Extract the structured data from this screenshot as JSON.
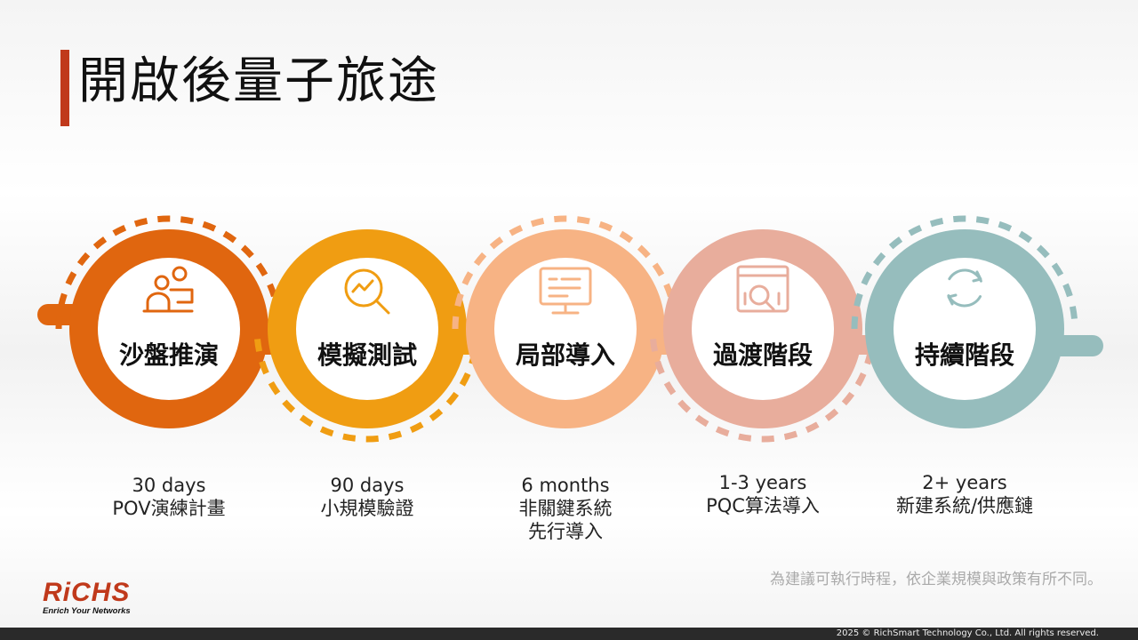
{
  "title": "開啟後量子旅途",
  "steps": [
    {
      "label": "沙盤推演",
      "color": "#e0660f",
      "icon": "people-presentation-icon",
      "caption": [
        "30 days",
        "POV演練計畫"
      ]
    },
    {
      "label": "模擬測試",
      "color": "#f09d12",
      "icon": "magnifier-chart-icon",
      "caption": [
        "90 days",
        "小規模驗證"
      ]
    },
    {
      "label": "局部導入",
      "color": "#f7b384",
      "icon": "monitor-icon",
      "caption": [
        "6 months",
        "非關鍵系統",
        "先行導入"
      ]
    },
    {
      "label": "過渡階段",
      "color": "#e8ad9c",
      "icon": "browser-analytics-icon",
      "caption": [
        "1-3 years",
        "PQC算法導入"
      ]
    },
    {
      "label": "持續階段",
      "color": "#96bdbd",
      "icon": "refresh-cycle-icon",
      "caption": [
        "2+ years",
        "新建系統/供應鏈"
      ]
    }
  ],
  "note": "為建議可執行時程，依企業規模與政策有所不同。",
  "logo": {
    "name": "RiCHS",
    "tagline": "Enrich Your Networks"
  },
  "footer": "2025 © RichSmart Technology Co., Ltd. All rights reserved."
}
